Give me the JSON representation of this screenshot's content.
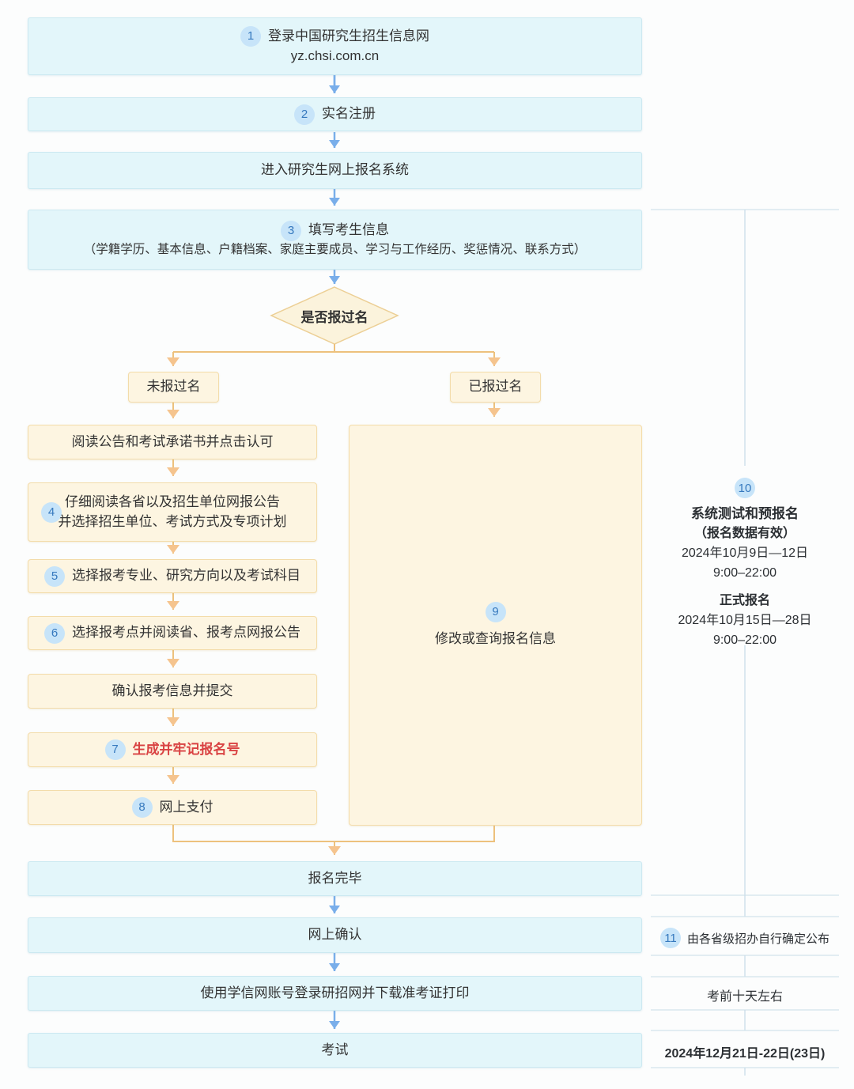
{
  "flow": {
    "step1": {
      "badge": "1",
      "line1": "登录中国研究生招生信息网",
      "line2": "yz.chsi.com.cn"
    },
    "step2": {
      "badge": "2",
      "label": "实名注册"
    },
    "enter_system": {
      "label": "进入研究生网上报名系统"
    },
    "step3": {
      "badge": "3",
      "line1": "填写考生信息",
      "line2": "（学籍学历、基本信息、户籍档案、家庭主要成员、学习与工作经历、奖惩情况、联系方式）"
    },
    "decision": {
      "label": "是否报过名"
    },
    "branch_no": {
      "label": "未报过名"
    },
    "branch_yes": {
      "label": "已报过名"
    },
    "read_notice": {
      "label": "阅读公告和考试承诺书并点击认可"
    },
    "step4": {
      "badge": "4",
      "line1": "仔细阅读各省以及招生单位网报公告",
      "line2": "并选择招生单位、考试方式及专项计划"
    },
    "step5": {
      "badge": "5",
      "label": "选择报考专业、研究方向以及考试科目"
    },
    "step6": {
      "badge": "6",
      "label": "选择报考点并阅读省、报考点网报公告"
    },
    "confirm_submit": {
      "label": "确认报考信息并提交"
    },
    "step7": {
      "badge": "7",
      "label": "生成并牢记报名号"
    },
    "step8": {
      "badge": "8",
      "label": "网上支付"
    },
    "step9": {
      "badge": "9",
      "label": "修改或查询报名信息"
    },
    "finish": {
      "label": "报名完毕"
    },
    "online_confirm": {
      "label": "网上确认"
    },
    "download_ticket": {
      "label": "使用学信网账号登录研招网并下载准考证打印"
    },
    "exam": {
      "label": "考试"
    }
  },
  "sidebar": {
    "step10": {
      "badge": "10",
      "title": "系统测试和预报名",
      "subtitle": "（报名数据有效）",
      "pre_date": "2024年10月9日—12日",
      "pre_time": "9:00–22:00",
      "formal_title": "正式报名",
      "formal_date": "2024年10月15日—28日",
      "formal_time": "9:00–22:00"
    },
    "step11": {
      "badge": "11",
      "label": "由各省级招办自行确定公布"
    },
    "confirm_time": "考前十天左右",
    "exam_date": "2024年12月21日-22日(23日)"
  },
  "colors": {
    "blue_box": "#e3f6fa",
    "cream_box": "#fdf5e1",
    "blue_arrow": "#79aeea",
    "orange_line": "#edc17d",
    "badge_bg": "#c7e4f9",
    "badge_text": "#3679be",
    "alert_red": "#d94242"
  }
}
